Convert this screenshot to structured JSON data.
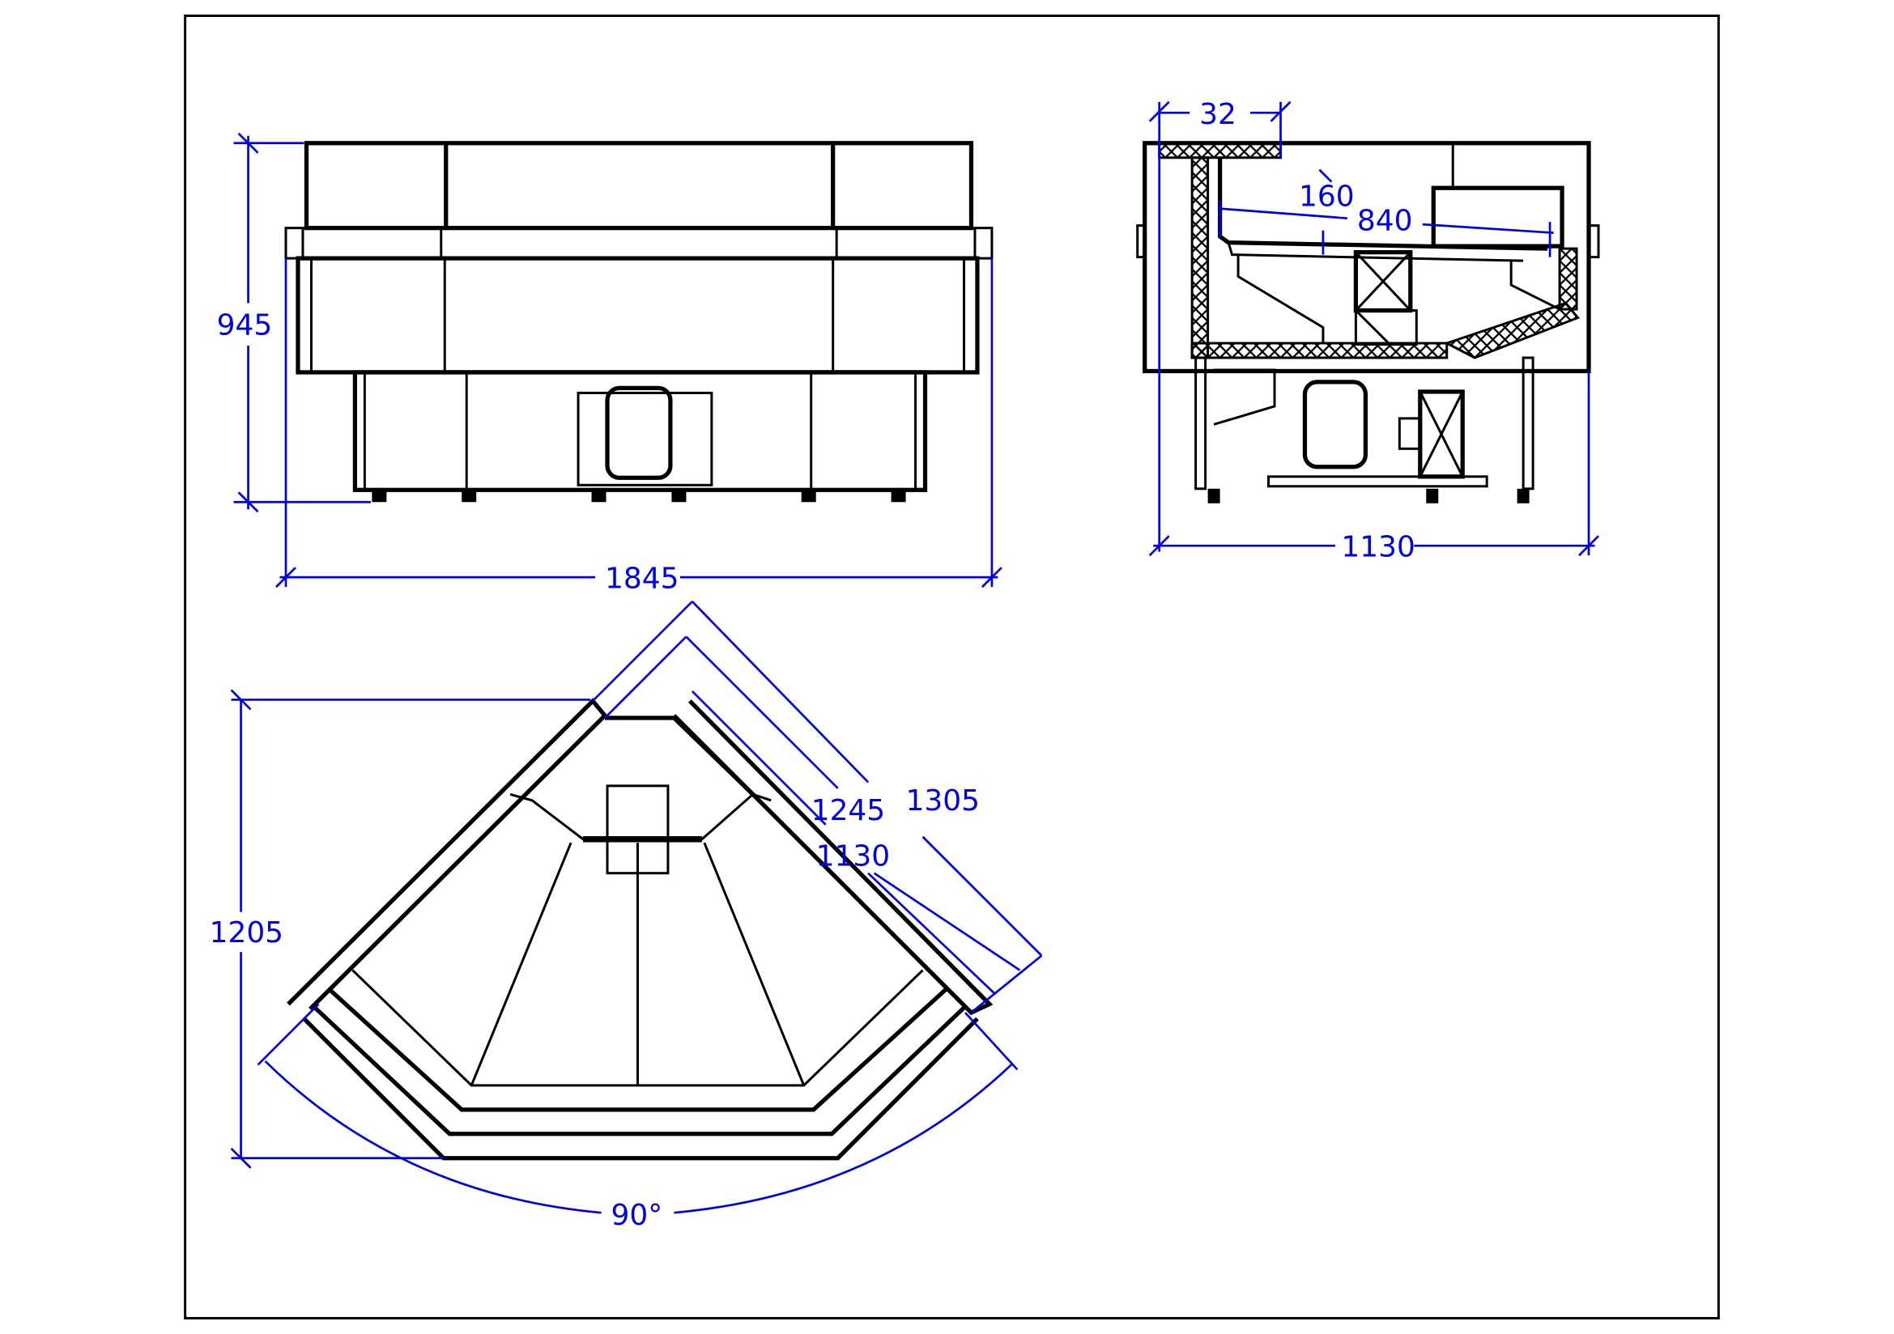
{
  "drawing": {
    "front_view": {
      "height_label": "945",
      "width_label": "1845"
    },
    "side_view": {
      "top_label": "32",
      "shelf_label": "160",
      "depth_label": "840",
      "width_label": "1130"
    },
    "plan_view": {
      "height_label": "1205",
      "diag_label_1": "1245",
      "diag_label_2": "1305",
      "diag_label_3": "1130",
      "angle_label": "90°"
    }
  },
  "colors": {
    "dimension": "#0000e6",
    "line": "#000000"
  }
}
